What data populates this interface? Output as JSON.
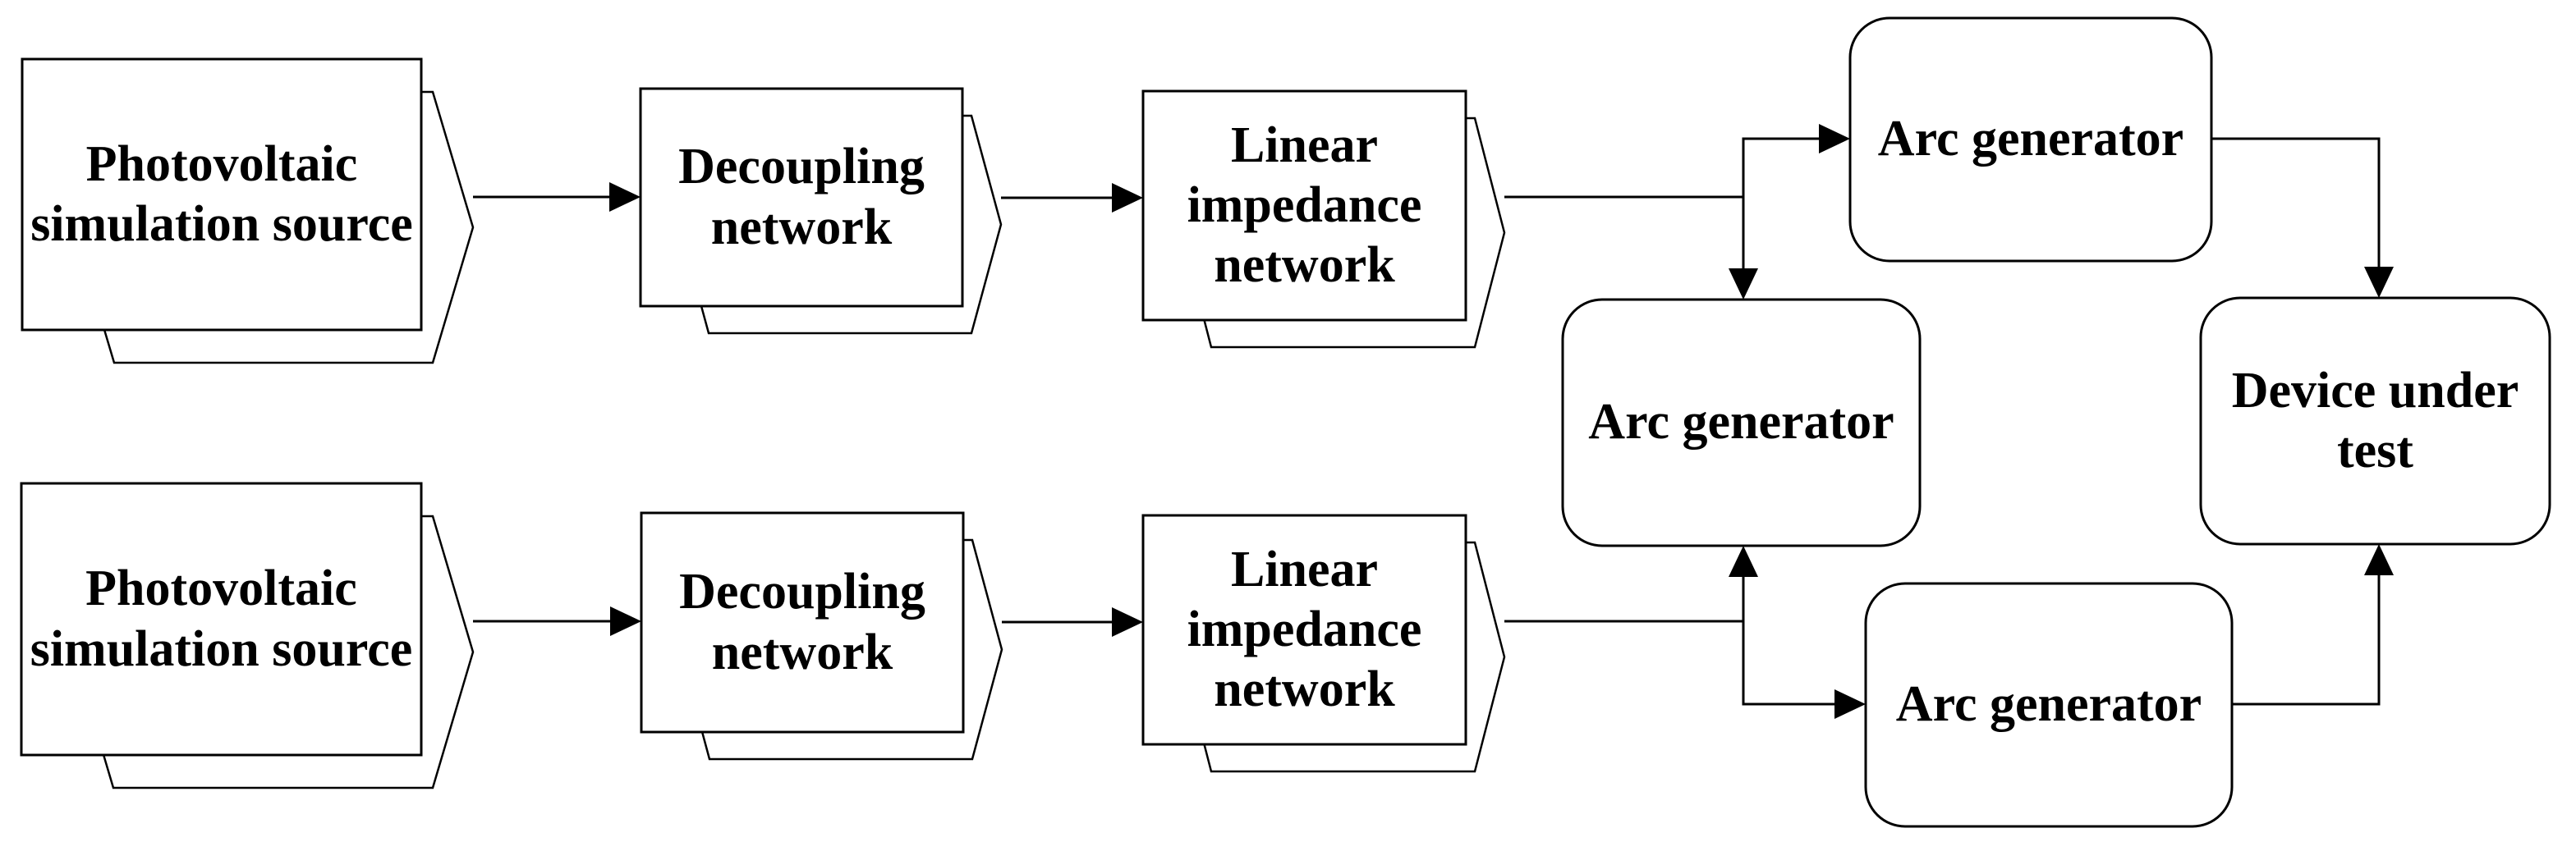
{
  "nodes": {
    "pv_top": {
      "label": "Photovoltaic\nsimulation source"
    },
    "decoupling_top": {
      "label": "Decoupling\nnetwork"
    },
    "lin_top": {
      "label": "Linear\nimpedance\nnetwork"
    },
    "pv_bottom": {
      "label": "Photovoltaic\nsimulation source"
    },
    "decoupling_bottom": {
      "label": "Decoupling\nnetwork"
    },
    "lin_bottom": {
      "label": "Linear\nimpedance\nnetwork"
    },
    "arc_top": {
      "label": "Arc generator"
    },
    "arc_middle": {
      "label": "Arc generator"
    },
    "arc_bottom": {
      "label": "Arc generator"
    },
    "dut": {
      "label": "Device under\ntest"
    }
  },
  "colors": {
    "stroke": "#000000",
    "shape_fill": "#ffffff",
    "background": "#ffffff"
  }
}
